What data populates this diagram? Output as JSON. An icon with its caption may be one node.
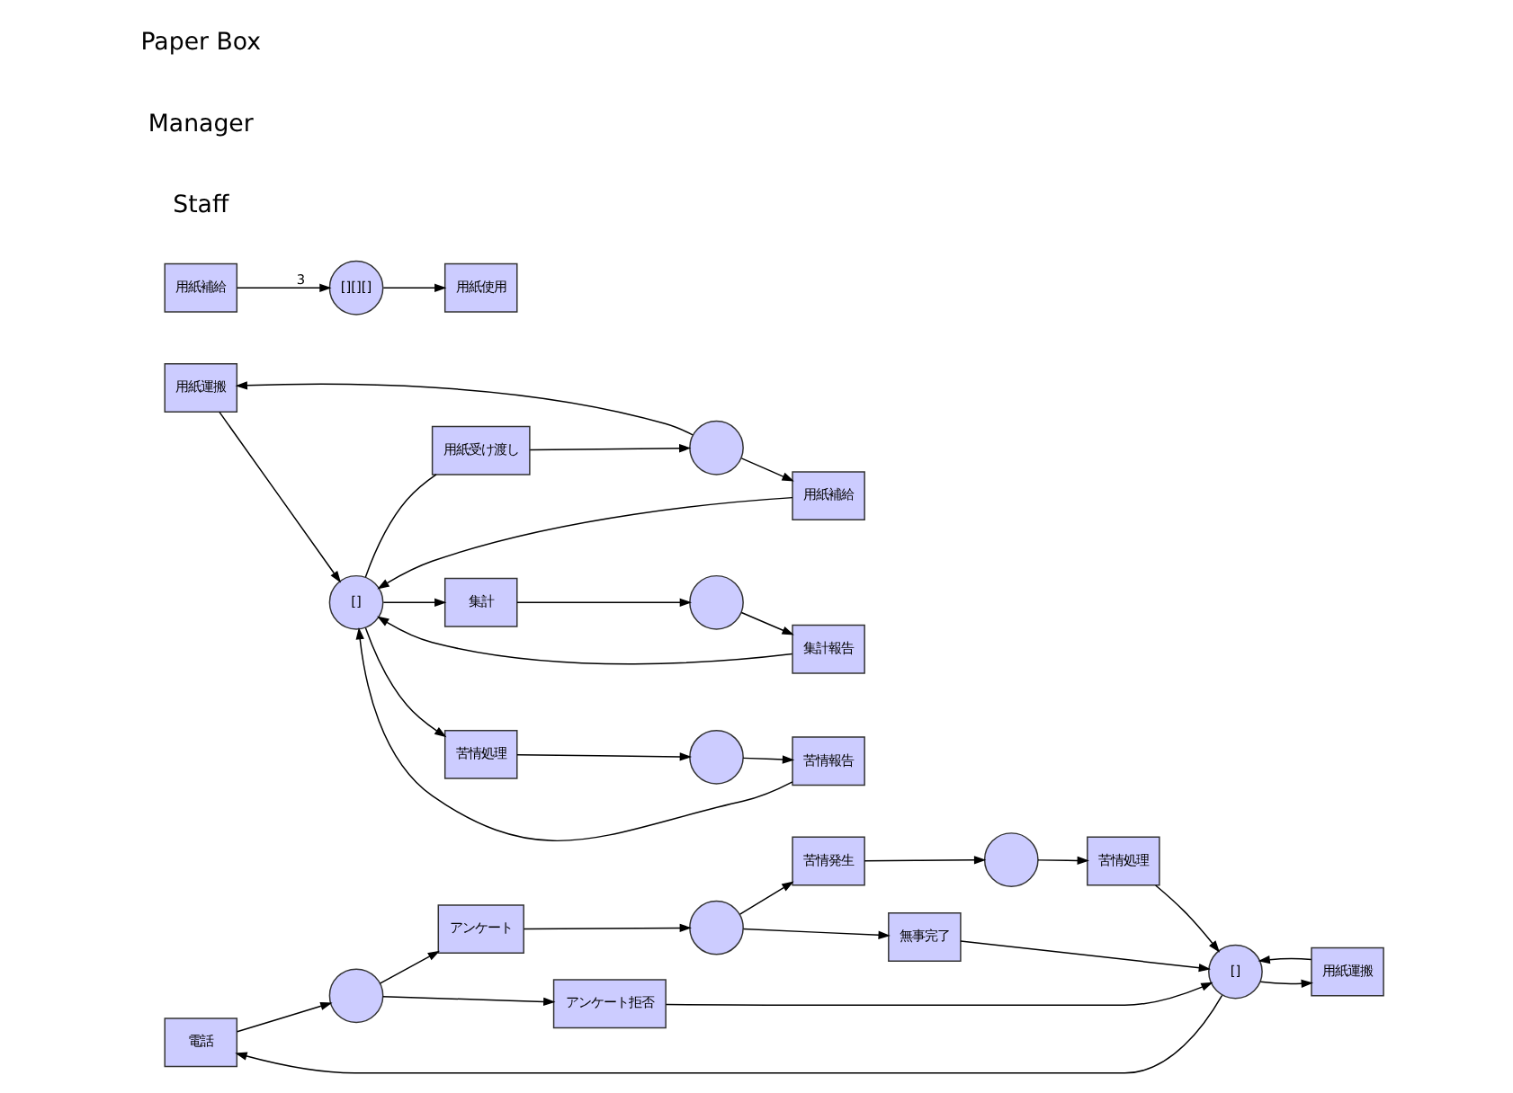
{
  "diagram": {
    "nodes": [
      {
        "text": [
          "電話"
        ]
      },
      {
        "text": [],
        "shape": "circle"
      },
      {
        "text": [
          "アンケート"
        ]
      },
      {
        "text": [],
        "shape": "circle"
      },
      {
        "text": [
          "苦情発生"
        ]
      },
      {
        "text": [],
        "shape": "circle"
      },
      {
        "text": [
          "苦情処理"
        ]
      },
      {
        "text": [
          "無事完了"
        ]
      },
      {
        "text": [
          "アンケート拒否"
        ]
      },
      {
        "text": [
          "[]"
        ]
      },
      {
        "text": [
          "用紙運搬"
        ]
      },
      {
        "text": [
          "用紙運搬"
        ]
      },
      {
        "text": [
          "用紙補給"
        ]
      },
      {
        "text": [],
        "shape": "circle"
      },
      {
        "text": [
          "用紙受け渡し"
        ]
      },
      {
        "text": [
          "[]"
        ]
      },
      {
        "text": [
          "集計"
        ]
      },
      {
        "text": [],
        "shape": "circle"
      },
      {
        "text": [
          "集計報告"
        ]
      },
      {
        "text": [
          "苦情処理"
        ]
      },
      {
        "text": [],
        "shape": "circle"
      },
      {
        "text": [
          "苦情報告"
        ]
      },
      {
        "text": [
          "用紙補給"
        ]
      },
      {
        "text": [
          "[][][]"
        ]
      },
      {
        "text": [
          "用紙使用"
        ]
      }
    ],
    "edges": [
      {
        "from": 0,
        "to": 1,
        "arrow": "to"
      },
      {
        "from": 1,
        "to": 2,
        "arrow": "to"
      },
      {
        "from": 2,
        "to": 3,
        "arrow": "to"
      },
      {
        "from": 3,
        "to": 4,
        "arrow": "to"
      },
      {
        "from": 4,
        "to": 5,
        "arrow": "to"
      },
      {
        "from": 5,
        "to": 6,
        "arrow": "to"
      },
      {
        "from": 6,
        "to": 9,
        "arrow": "to"
      },
      {
        "from": 3,
        "to": 7,
        "arrow": "to"
      },
      {
        "from": 7,
        "to": 9,
        "arrow": "to"
      },
      {
        "from": 1,
        "to": 8,
        "arrow": "to"
      },
      {
        "from": 8,
        "to": 9,
        "arrow": "to"
      },
      {
        "from": 9,
        "to": 10,
        "arrow": "to"
      },
      {
        "from": 10,
        "to": 9,
        "arrow": "to"
      },
      {
        "from": 9,
        "to": 0,
        "arrow": "to"
      },
      {
        "from": 13,
        "to": 11,
        "arrow": "to"
      },
      {
        "from": 13,
        "to": 12,
        "arrow": "to"
      },
      {
        "from": 11,
        "to": 15,
        "arrow": "to"
      },
      {
        "from": 12,
        "to": 15,
        "arrow": "to"
      },
      {
        "from": 15,
        "to": 14,
        "arrow": "none"
      },
      {
        "from": 14,
        "to": 13,
        "arrow": "to"
      },
      {
        "from": 15,
        "to": 16,
        "arrow": "to"
      },
      {
        "from": 16,
        "to": 17,
        "arrow": "to"
      },
      {
        "from": 17,
        "to": 18,
        "arrow": "to"
      },
      {
        "from": 18,
        "to": 15,
        "arrow": "to"
      },
      {
        "from": 15,
        "to": 19,
        "arrow": "to"
      },
      {
        "from": 19,
        "to": 20,
        "arrow": "to"
      },
      {
        "from": 20,
        "to": 21,
        "arrow": "to"
      },
      {
        "from": 21,
        "to": 15,
        "arrow": "to"
      },
      {
        "from": 22,
        "to": 23,
        "label": "3",
        "arrow": "to"
      },
      {
        "from": 23,
        "to": 24,
        "arrow": "to"
      }
    ],
    "labels": [
      "Staff",
      "Manager",
      "Paper Box"
    ]
  }
}
